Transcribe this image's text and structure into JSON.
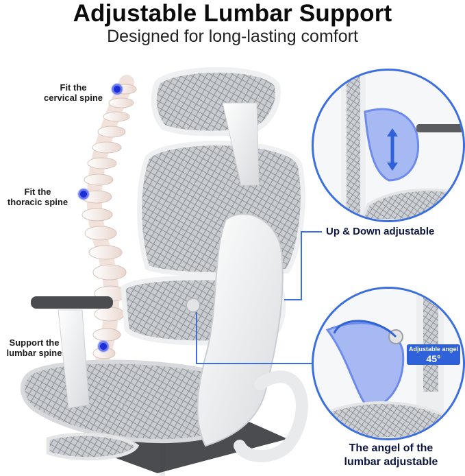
{
  "title": "Adjustable Lumbar Support",
  "subtitle": "Designed for long-lasting comfort",
  "spine_labels": {
    "cervical": [
      "Fit the",
      "cervical spine"
    ],
    "thoracic": [
      "Fit the",
      "thoracic spine"
    ],
    "lumbar": [
      "Support the",
      "lumbar spine"
    ]
  },
  "callouts": {
    "up_down": "Up & Down adjustable",
    "angle": [
      "The angel of the",
      "lumbar adjustable"
    ]
  },
  "badge": {
    "label": "Adjustable angel",
    "value": "45°"
  },
  "colors": {
    "accent_blue": "#3b6fe0",
    "dot_blue": "#1e2fd6",
    "mesh_gray": "#9a9ea4",
    "frame_white": "#f3f4f5"
  }
}
